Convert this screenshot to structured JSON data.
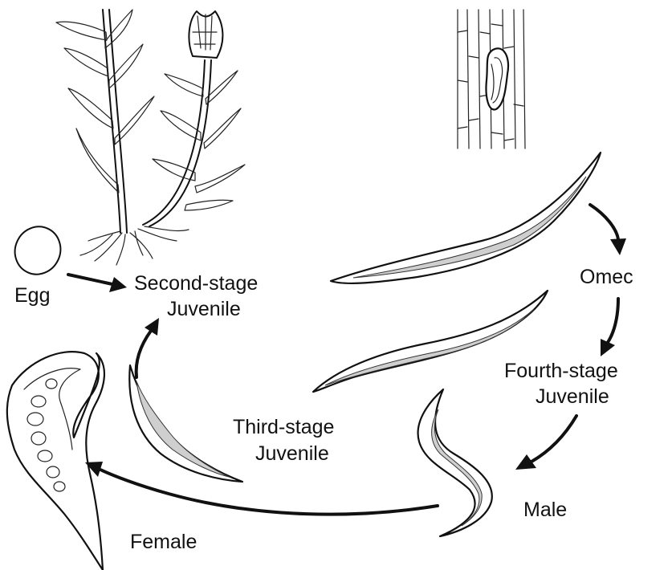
{
  "labels": {
    "egg": "Egg",
    "second_stage_line1": "Second-stage",
    "second_stage_line2": "Juvenile",
    "omec": "Omec",
    "fourth_stage_line1": "Fourth-stage",
    "fourth_stage_line2": "Juvenile",
    "third_stage_line1": "Third-stage",
    "third_stage_line2": "Juvenile",
    "male": "Male",
    "female": "Female"
  },
  "illustrations": [
    "host-plant",
    "stem-tissue-with-nematode",
    "egg",
    "second-stage-juvenile",
    "third-stage-juvenile",
    "fourth-stage-juvenile",
    "male-nematode",
    "female-nematode"
  ],
  "colors": {
    "ink": "#111111",
    "background": "#ffffff"
  }
}
